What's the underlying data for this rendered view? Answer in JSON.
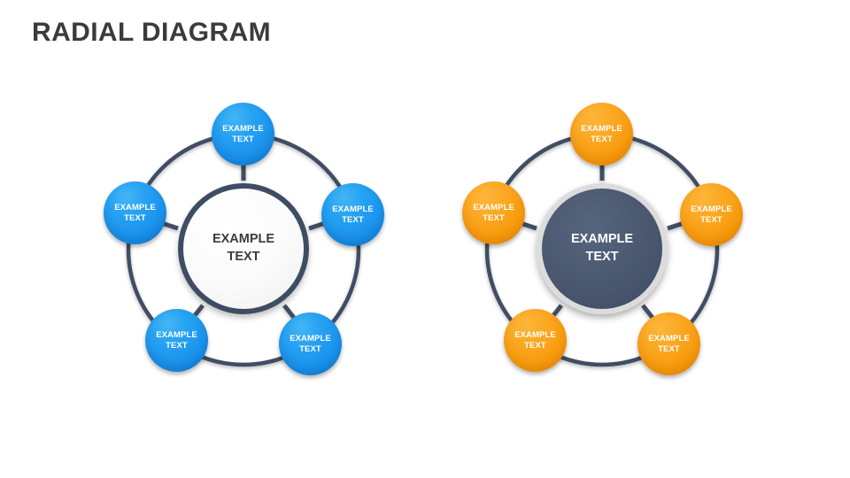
{
  "slide": {
    "title": "RADIAL DIAGRAM",
    "background_color": "#ffffff",
    "title_color": "#3b3b3b"
  },
  "palette": {
    "ring_stroke": "#3f4d63",
    "blue_node_light": "#2eacf0",
    "blue_node_dark": "#1b8fea",
    "orange_node_light": "#fbaa2a",
    "orange_node_dark": "#f59406",
    "center_light_fill": "#fbfbfb",
    "center_light_border": "#3f4d63",
    "center_dark_fill": "#4a586e",
    "center_dark_border": "#dcdcdc",
    "node_text_color": "#ffffff",
    "center_light_text_color": "#3b3b3b",
    "center_dark_text_color": "#ffffff"
  },
  "diagrams": [
    {
      "id": "blue",
      "theme": "blue",
      "center": {
        "line1": "EXAMPLE",
        "line2": "TEXT"
      },
      "nodes": [
        {
          "position": "top",
          "line1": "EXAMPLE",
          "line2": "TEXT"
        },
        {
          "position": "right",
          "line1": "EXAMPLE",
          "line2": "TEXT"
        },
        {
          "position": "bottom-right",
          "line1": "EXAMPLE",
          "line2": "TEXT"
        },
        {
          "position": "bottom-left",
          "line1": "EXAMPLE",
          "line2": "TEXT"
        },
        {
          "position": "left",
          "line1": "EXAMPLE",
          "line2": "TEXT"
        }
      ]
    },
    {
      "id": "orange",
      "theme": "orange",
      "center": {
        "line1": "EXAMPLE",
        "line2": "TEXT"
      },
      "nodes": [
        {
          "position": "top",
          "line1": "EXAMPLE",
          "line2": "TEXT"
        },
        {
          "position": "right",
          "line1": "EXAMPLE",
          "line2": "TEXT"
        },
        {
          "position": "bottom-right",
          "line1": "EXAMPLE",
          "line2": "TEXT"
        },
        {
          "position": "bottom-left",
          "line1": "EXAMPLE",
          "line2": "TEXT"
        },
        {
          "position": "left",
          "line1": "EXAMPLE",
          "line2": "TEXT"
        }
      ]
    }
  ]
}
